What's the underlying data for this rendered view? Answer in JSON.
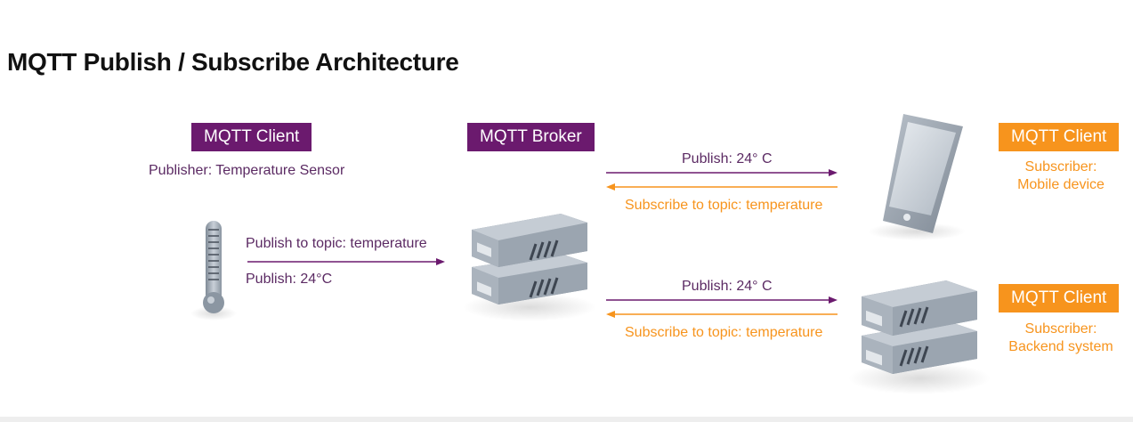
{
  "page": {
    "title": "MQTT Publish / Subscribe Architecture"
  },
  "publisher": {
    "badge": "MQTT Client",
    "role": "Publisher: Temperature Sensor",
    "publish_topic_label": "Publish to topic: temperature",
    "publish_value_label": "Publish: 24°C",
    "icon": "thermometer-icon"
  },
  "broker": {
    "badge": "MQTT Broker",
    "icon": "server-stack-icon"
  },
  "subscriber_mobile": {
    "badge": "MQTT Client",
    "role_line1": "Subscriber:",
    "role_line2": "Mobile device",
    "publish_label": "Publish: 24° C",
    "subscribe_label": "Subscribe to topic: temperature",
    "icon": "smartphone-icon"
  },
  "subscriber_backend": {
    "badge": "MQTT Client",
    "role_line1": "Subscriber:",
    "role_line2": "Backend system",
    "publish_label": "Publish: 24° C",
    "subscribe_label": "Subscribe to topic: temperature",
    "icon": "server-stack-icon"
  },
  "colors": {
    "purple": "#6b1a6e",
    "orange": "#f7941d",
    "server_gray": "#9aa3ad"
  }
}
